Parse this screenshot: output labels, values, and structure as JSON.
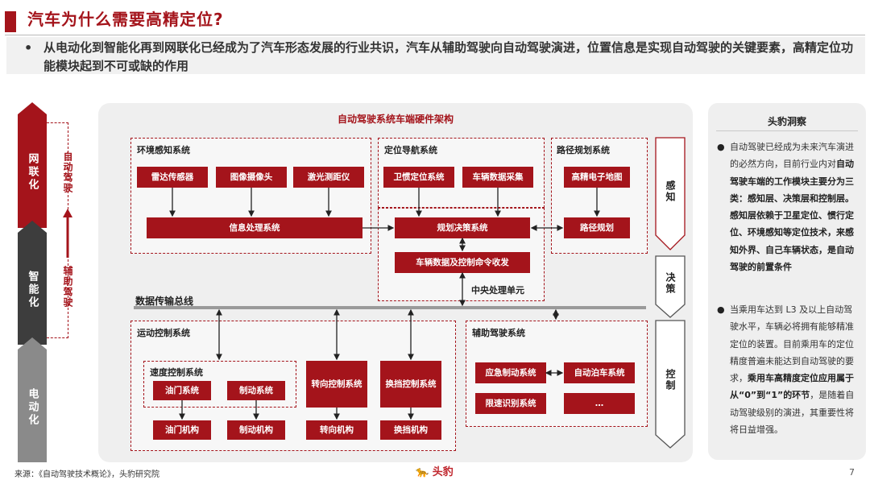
{
  "header": {
    "title": "汽车为什么需要高精定位?",
    "summary_bullet": "•",
    "summary": "从电动化到智能化再到网联化已经成为了汽车形态发展的行业共识，汽车从辅助驾驶向自动驾驶演进，位置信息是实现自动驾驶的关键要素，高精定位功能模块起到不可或缺的作用"
  },
  "left_stages": {
    "stages": [
      "网联化",
      "智能化",
      "电动化"
    ],
    "upper_label": "自动驾驶",
    "lower_label": "辅助驾驶"
  },
  "diagram": {
    "title": "自动驾驶系统车端硬件架构",
    "env": {
      "label": "环境感知系统",
      "sensors": [
        "雷达传感器",
        "图像摄像头",
        "激光测距仪"
      ],
      "processing": "信息处理系统"
    },
    "nav": {
      "label": "定位导航系统",
      "items": [
        "卫惯定位系统",
        "车辆数据采集"
      ]
    },
    "path": {
      "label": "路径规划系统",
      "map": "高精电子地图",
      "plan": "路径规划"
    },
    "decision": "规划决策系统",
    "command": "车辆数据及控制命令收发",
    "cpu_label": "中央处理单元",
    "bus_label": "数据传输总线",
    "motion": {
      "label": "运动控制系统",
      "speed_label": "速度控制系统",
      "throttle": "油门系统",
      "brake": "制动系统",
      "steer": "转向控制系统",
      "gear": "换挡控制系统",
      "throttle_mech": "油门机构",
      "brake_mech": "制动机构",
      "steer_mech": "转向机构",
      "gear_mech": "换挡机构"
    },
    "assist": {
      "label": "辅助驾驶系统",
      "items": [
        "应急制动系统",
        "自动泊车系统",
        "限速识别系统",
        "…"
      ]
    },
    "layers": [
      "感知",
      "决策",
      "控制"
    ]
  },
  "insight": {
    "title": "头豹洞察",
    "p1_a": "自动驾驶已经成为未来汽车演进的必然方向，目前行业内对",
    "p1_b": "自动驾驶车端的工作模块主要分为三类：感知层、决策层和控制层。感知层依赖于卫星定位、惯行定位、环境感知等定位技术，来感知外界、自己车辆状态，是自动驾驶的前置条件",
    "p2_a": "当乘用车达到 L3 及以上自动驾驶水平，车辆必将拥有能够精准定位的装置。目前乘用车的定位精度普遍未能达到自动驾驶的要求，",
    "p2_b": "乘用车高精度定位应用属于从“0”到“1”的环节",
    "p2_c": "，是随着自动驾驶级别的演进，其重要性将将日益增强。"
  },
  "footer": {
    "source": "来源：《自动驾驶技术概论》，头豹研究院",
    "logo": "头豹",
    "page": "7"
  },
  "colors": {
    "brand": "#a4141b",
    "grey_stage": "#595959"
  }
}
